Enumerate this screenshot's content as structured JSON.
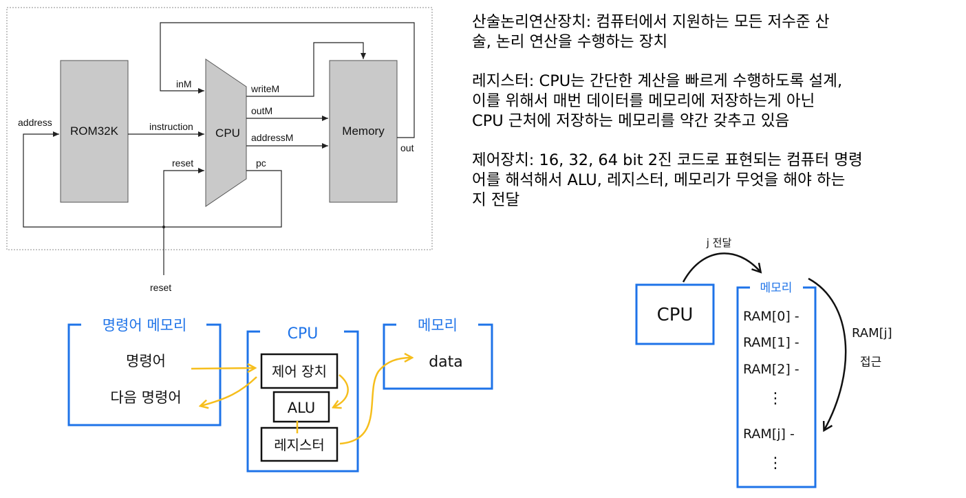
{
  "hack_diagram": {
    "rom_label": "ROM32K",
    "cpu_label": "CPU",
    "memory_label": "Memory",
    "signals": {
      "address": "address",
      "instruction": "instruction",
      "inM": "inM",
      "writeM": "writeM",
      "outM": "outM",
      "addressM": "addressM",
      "reset_in": "reset",
      "pc": "pc",
      "out": "out",
      "reset_bottom": "reset"
    }
  },
  "text_panel": {
    "alu_line1": "산술논리연산장치: 컴퓨터에서 지원하는 모든 저수준 산",
    "alu_line2": "술, 논리 연산을 수행하는 장치",
    "reg_line1": "레지스터: CPU는 간단한 계산을 빠르게 수행하도록 설계,",
    "reg_line2": "이를 위해서 매번 데이터를 메모리에 저장하는게 아닌",
    "reg_line3": "CPU 근처에 저장하는 메모리를 약간 갖추고 있음",
    "ctrl_line1": "제어장치: 16, 32, 64 bit 2진 코드로 표현되는 컴퓨터 명령",
    "ctrl_line2": "어를 해석해서 ALU, 레지스터, 메모리가 무엇을 해야 하는",
    "ctrl_line3": "지 전달"
  },
  "sketch_left": {
    "instr_memory_title": "명령어 메모리",
    "instruction": "명령어",
    "next_instruction": "다음 명령어",
    "cpu_title": "CPU",
    "control_unit": "제어 장치",
    "alu": "ALU",
    "register": "레지스터",
    "memory_title": "메모리",
    "data": "data"
  },
  "sketch_right": {
    "cpu": "CPU",
    "transfer": "j 전달",
    "memory_title": "메모리",
    "ram0": "RAM[0] -",
    "ram1": "RAM[1] -",
    "ram2": "RAM[2] -",
    "dots1": "⋮",
    "ramj": "RAM[j] -",
    "dots2": "⋮",
    "access_label": "RAM[j]",
    "access_word": "접근"
  },
  "colors": {
    "sketch_blue": "#1e73e8",
    "sketch_yellow": "#f6be1c",
    "block_gray": "#c9c9c9"
  }
}
